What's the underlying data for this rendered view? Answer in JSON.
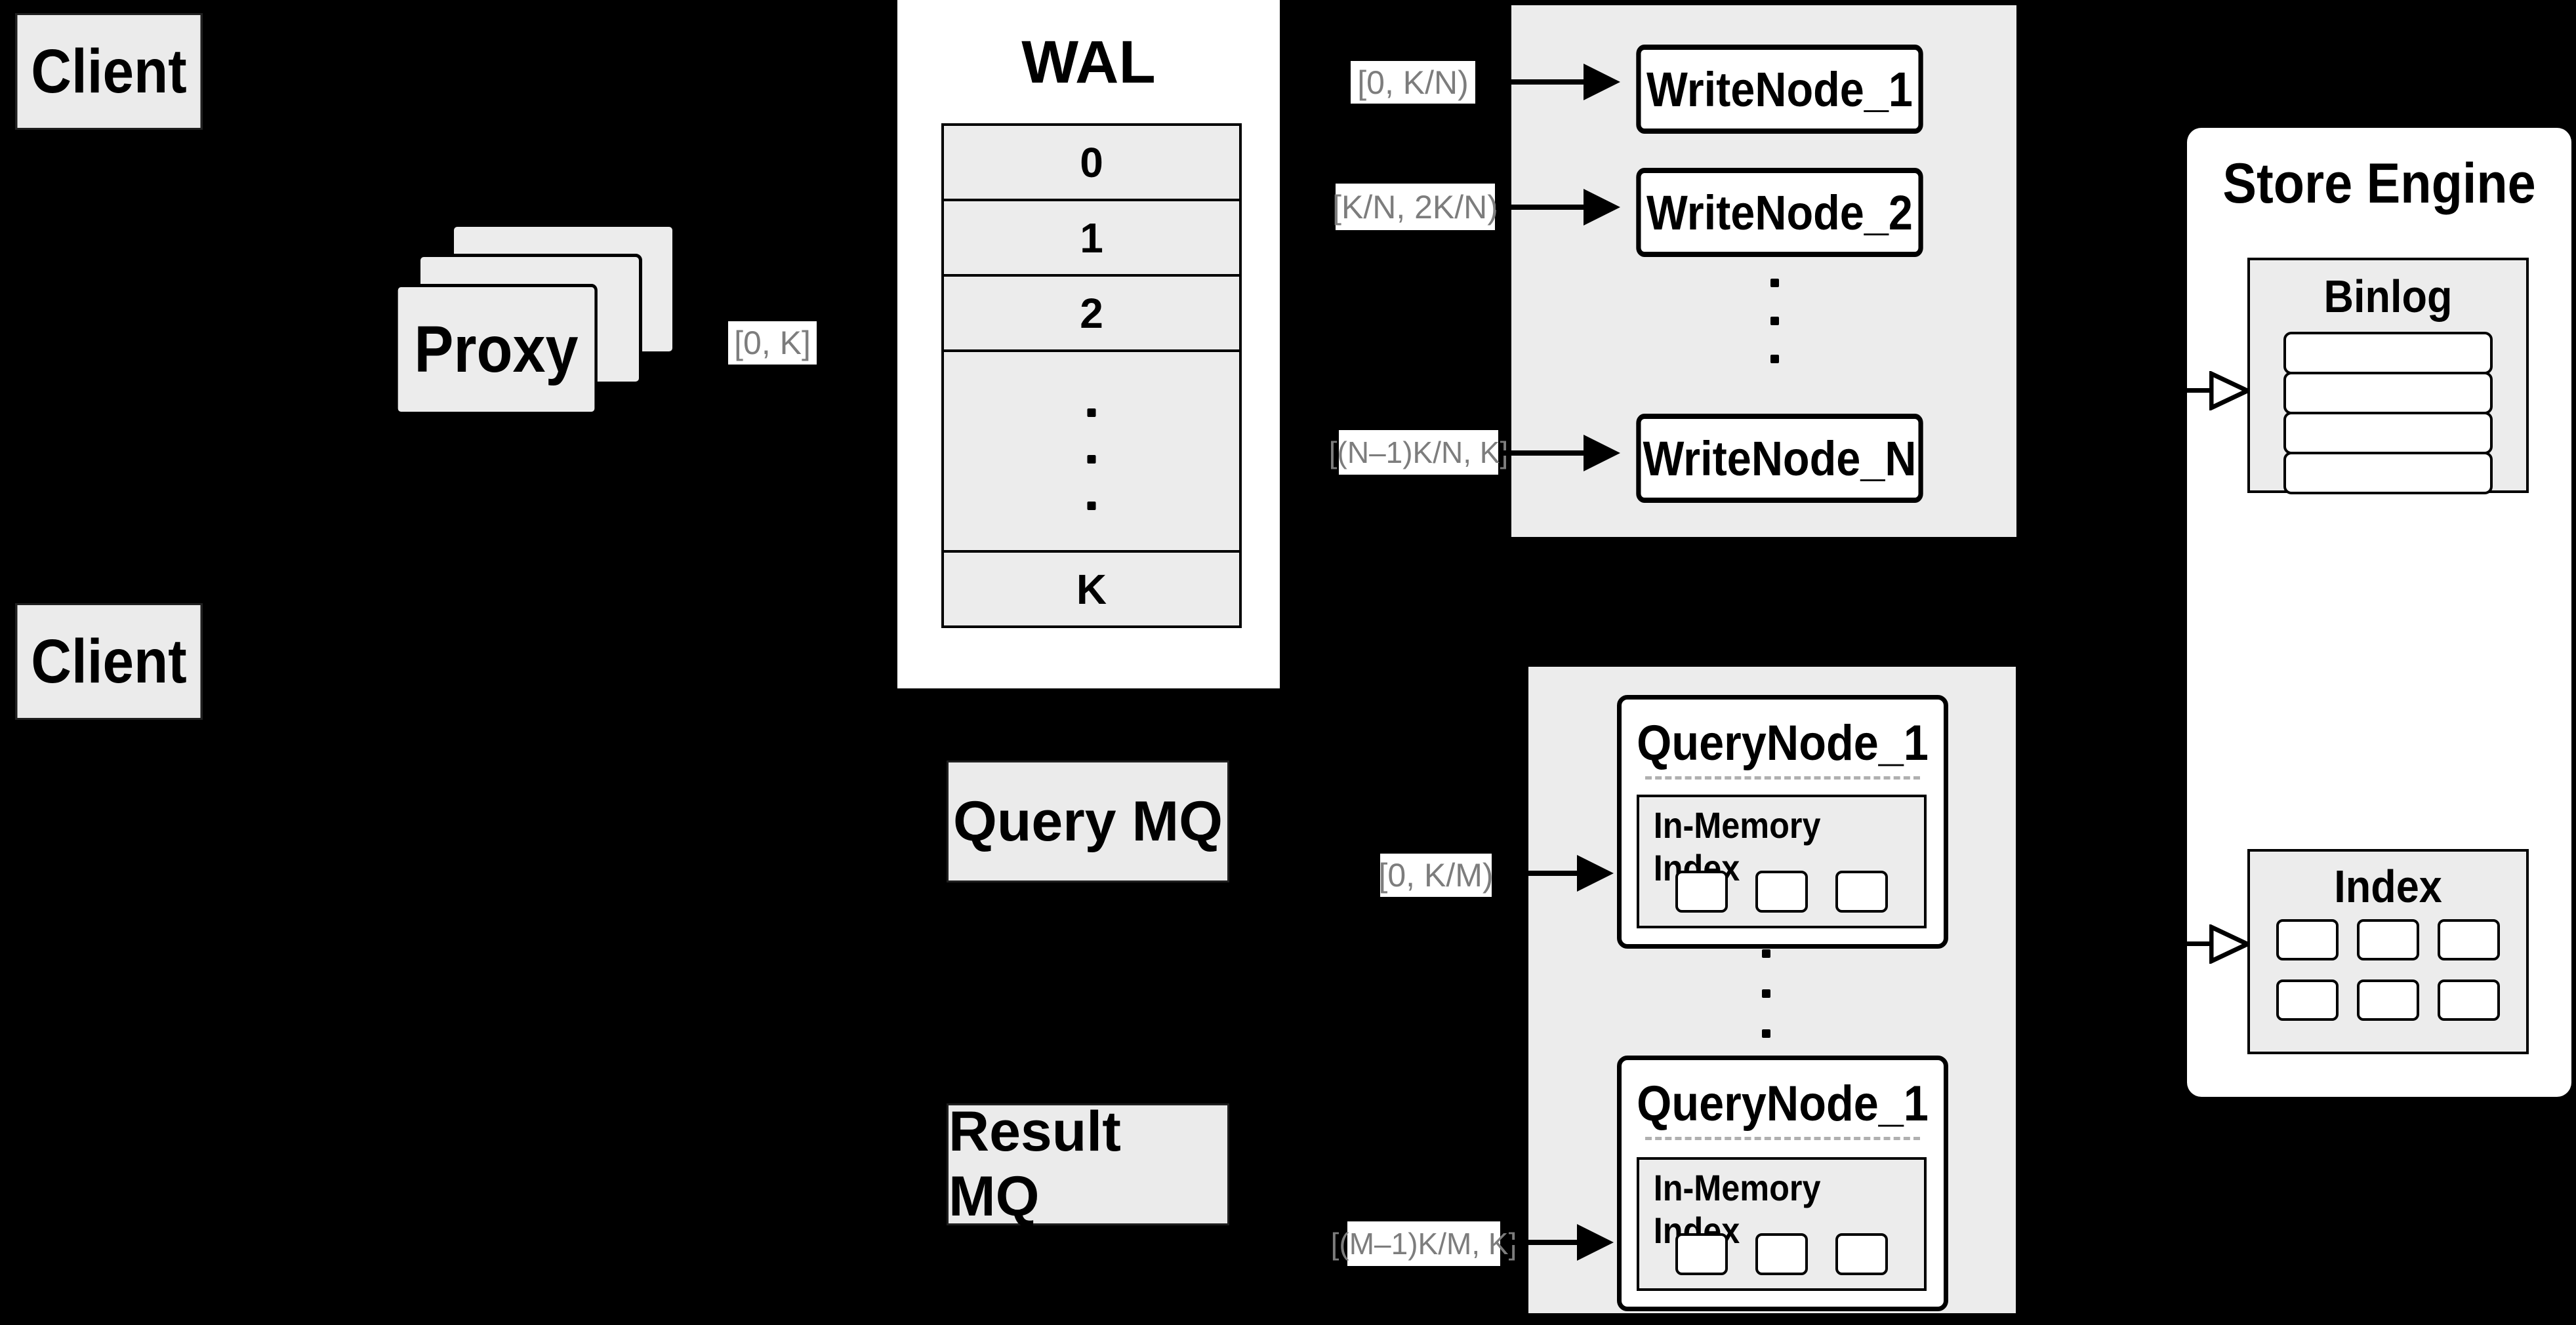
{
  "colors": {
    "background": "#000000",
    "panel_white": "#ffffff",
    "box_gray": "#ececec",
    "stroke_black": "#000000",
    "range_label_text": "#7d7d7d"
  },
  "clients": {
    "top": "Client",
    "bottom": "Client"
  },
  "proxy": {
    "title": "Proxy",
    "range": "[0, K]"
  },
  "wal": {
    "title": "WAL",
    "rows": [
      "0",
      "1",
      "2"
    ],
    "last_row": "K"
  },
  "write_cluster": {
    "ranges": [
      "[0, K/N)",
      "[K/N, 2K/N)",
      "[(N–1)K/N, K]"
    ],
    "nodes": [
      "WriteNode_1",
      "WriteNode_2",
      "WriteNode_N"
    ]
  },
  "mq": {
    "query": "Query MQ",
    "result": "Result MQ"
  },
  "query_cluster": {
    "ranges": [
      "[0, K/M)",
      "[(M–1)K/M, K]"
    ],
    "nodes": [
      {
        "title": "QueryNode_1",
        "index_title": "In-Memory Index"
      },
      {
        "title": "QueryNode_1",
        "index_title": "In-Memory Index"
      }
    ]
  },
  "store_engine": {
    "title": "Store Engine",
    "binlog": "Binlog",
    "index": "Index"
  }
}
